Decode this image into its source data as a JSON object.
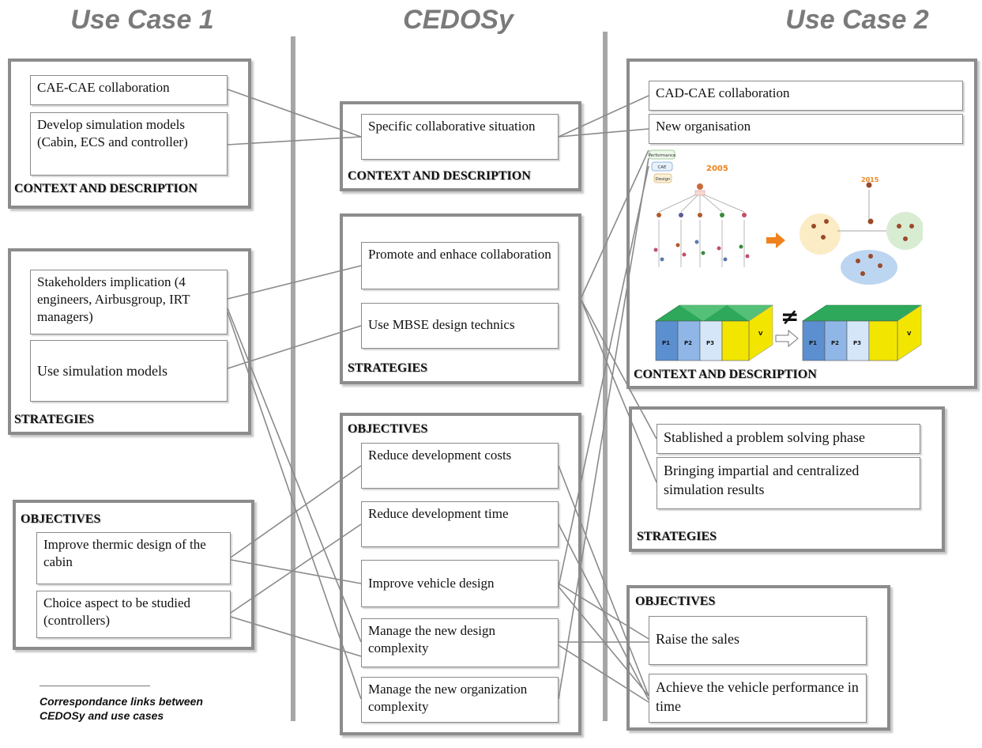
{
  "titles": {
    "use_case_1": "Use Case 1",
    "cedosy": "CEDOSy",
    "use_case_2": "Use Case 2"
  },
  "use_case_1": {
    "context": {
      "label": "CONTEXT AND DESCRIPTION",
      "items": [
        "CAE-CAE collaboration",
        "Develop simulation models (Cabin, ECS and controller)"
      ]
    },
    "strategies": {
      "label": "STRATEGIES",
      "items": [
        "Stakeholders implication (4 engineers, Airbusgroup, IRT managers)",
        "Use simulation models"
      ]
    },
    "objectives": {
      "label": "OBJECTIVES",
      "items": [
        "Improve thermic design of the cabin",
        "Choice aspect to be studied (controllers)"
      ]
    }
  },
  "cedosy": {
    "context": {
      "label": "CONTEXT AND DESCRIPTION",
      "items": [
        "Specific collaborative situation"
      ]
    },
    "strategies": {
      "label": "STRATEGIES",
      "items": [
        "Promote and enhace collaboration",
        "Use MBSE design technics"
      ]
    },
    "objectives": {
      "label": "OBJECTIVES",
      "items": [
        "Reduce development costs",
        "Reduce development time",
        "Improve vehicle design",
        "Manage the new design complexity",
        "Manage the new organization complexity"
      ]
    }
  },
  "use_case_2": {
    "context": {
      "label": "CONTEXT AND DESCRIPTION",
      "items": [
        "CAD-CAE collaboration",
        "New organisation"
      ],
      "illustration": {
        "legend": [
          "Performance",
          "CAE",
          "Design"
        ],
        "year_left": "2005",
        "year_right": "2015",
        "blocks_left": [
          "P1",
          "P2",
          "P3",
          "V"
        ],
        "blocks_right": [
          "P1",
          "P2",
          "P3",
          "V"
        ],
        "not_equal": "≠"
      }
    },
    "strategies": {
      "label": "STRATEGIES",
      "items": [
        "Stablished a problem solving phase",
        "Bringing impartial and centralized simulation results"
      ]
    },
    "objectives": {
      "label": "OBJECTIVES",
      "items": [
        "Raise the sales",
        "Achieve the vehicle performance in time"
      ]
    }
  },
  "legend": {
    "text": "Correspondance links between CEDOSy and use cases"
  },
  "colors": {
    "frame": "#8c8c8c",
    "link": "#8a8a8a",
    "title": "#7a7a7a",
    "accent_green": "#3aa35a",
    "accent_yellow": "#f2e600",
    "accent_orange": "#f0821e"
  }
}
